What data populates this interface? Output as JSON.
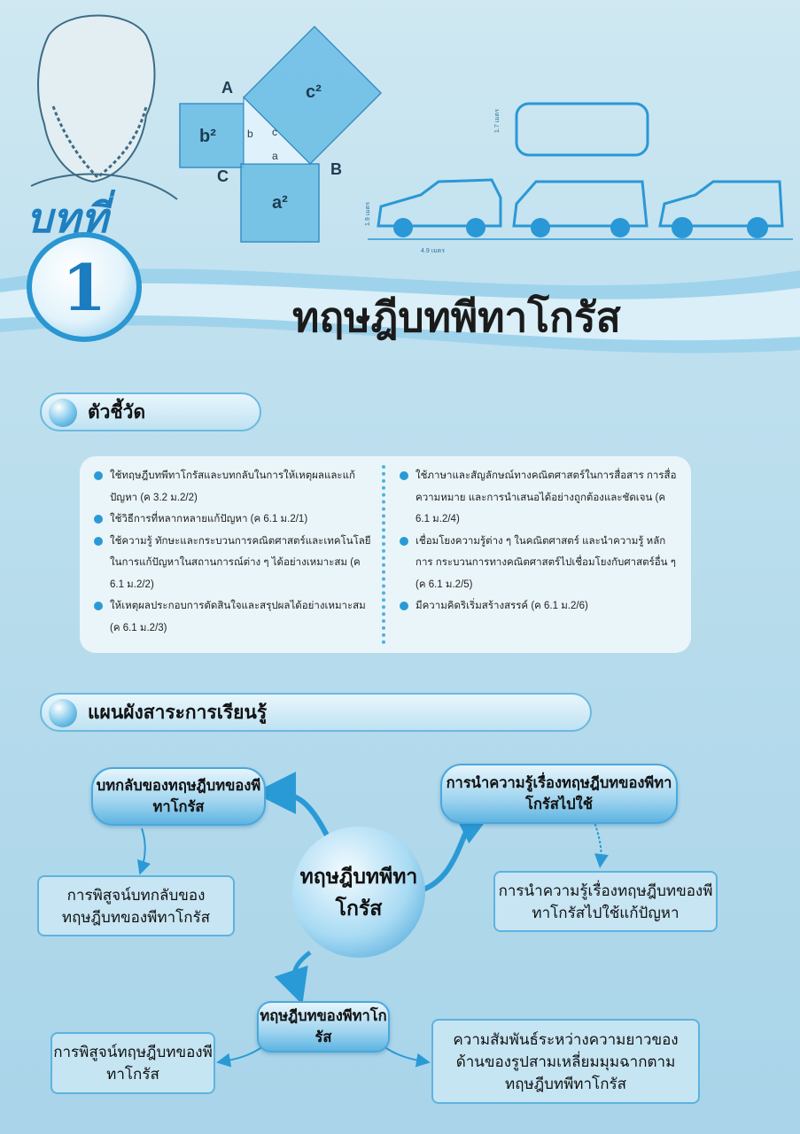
{
  "header": {
    "chapter_word": "บทที่",
    "chapter_number": "1",
    "title": "ทฤษฎีบทพีทาโกรัส",
    "diagram_labels": {
      "A": "A",
      "B": "B",
      "C": "C",
      "a": "a",
      "b": "b",
      "c": "c",
      "a2": "a²",
      "b2": "b²",
      "c2": "c²"
    },
    "car_labels": {
      "width": "1.7 เมตร",
      "height": "1.9 เมตร",
      "length": "4.9 เมตร"
    }
  },
  "indicators": {
    "heading": "ตัวชี้วัด",
    "left": [
      "ใช้ทฤษฎีบทพีทาโกรัสและบทกลับในการให้เหตุผลและแก้ปัญหา (ค 3.2 ม.2/2)",
      "ใช้วิธีการที่หลากหลายแก้ปัญหา (ค 6.1 ม.2/1)",
      "ใช้ความรู้ ทักษะและกระบวนการคณิตศาสตร์และเทคโนโลยีในการแก้ปัญหาในสถานการณ์ต่าง ๆ ได้อย่างเหมาะสม (ค 6.1 ม.2/2)",
      "ให้เหตุผลประกอบการตัดสินใจและสรุปผลได้อย่างเหมาะสม (ค 6.1 ม.2/3)"
    ],
    "right": [
      "ใช้ภาษาและสัญลักษณ์ทางคณิตศาสตร์ในการสื่อสาร การสื่อความหมาย และการนำเสนอได้อย่างถูกต้องและชัดเจน (ค 6.1 ม.2/4)",
      "เชื่อมโยงความรู้ต่าง ๆ ในคณิตศาสตร์ และนำความรู้ หลักการ กระบวนการทางคณิตศาสตร์ไปเชื่อมโยงกับศาสตร์อื่น ๆ (ค 6.1 ม.2/5)",
      "มีความคิดริเริ่มสร้างสรรค์ (ค 6.1 ม.2/6)"
    ]
  },
  "concept_map": {
    "heading": "แผนผังสาระการเรียนรู้",
    "hub": "ทฤษฎีบทพีทาโกรัส",
    "converse": "บทกลับของทฤษฎีบทของพีทาโกรัส",
    "converse_proof": "การพิสูจน์บทกลับของทฤษฎีบทของพีทาโกรัส",
    "application": "การนำความรู้เรื่องทฤษฎีบทของพีทาโกรัสไปใช้",
    "application_detail": "การนำความรู้เรื่องทฤษฎีบทของพีทาโกรัสไปใช้แก้ปัญหา",
    "theorem": "ทฤษฎีบทของพีทาโกรัส",
    "theorem_proof": "การพิสูจน์ทฤษฎีบทของพีทาโกรัส",
    "theorem_relation": "ความสัมพันธ์ระหว่างความยาวของด้านของรูปสามเหลี่ยมมุมฉากตามทฤษฎีบทพีทาโกรัส"
  }
}
